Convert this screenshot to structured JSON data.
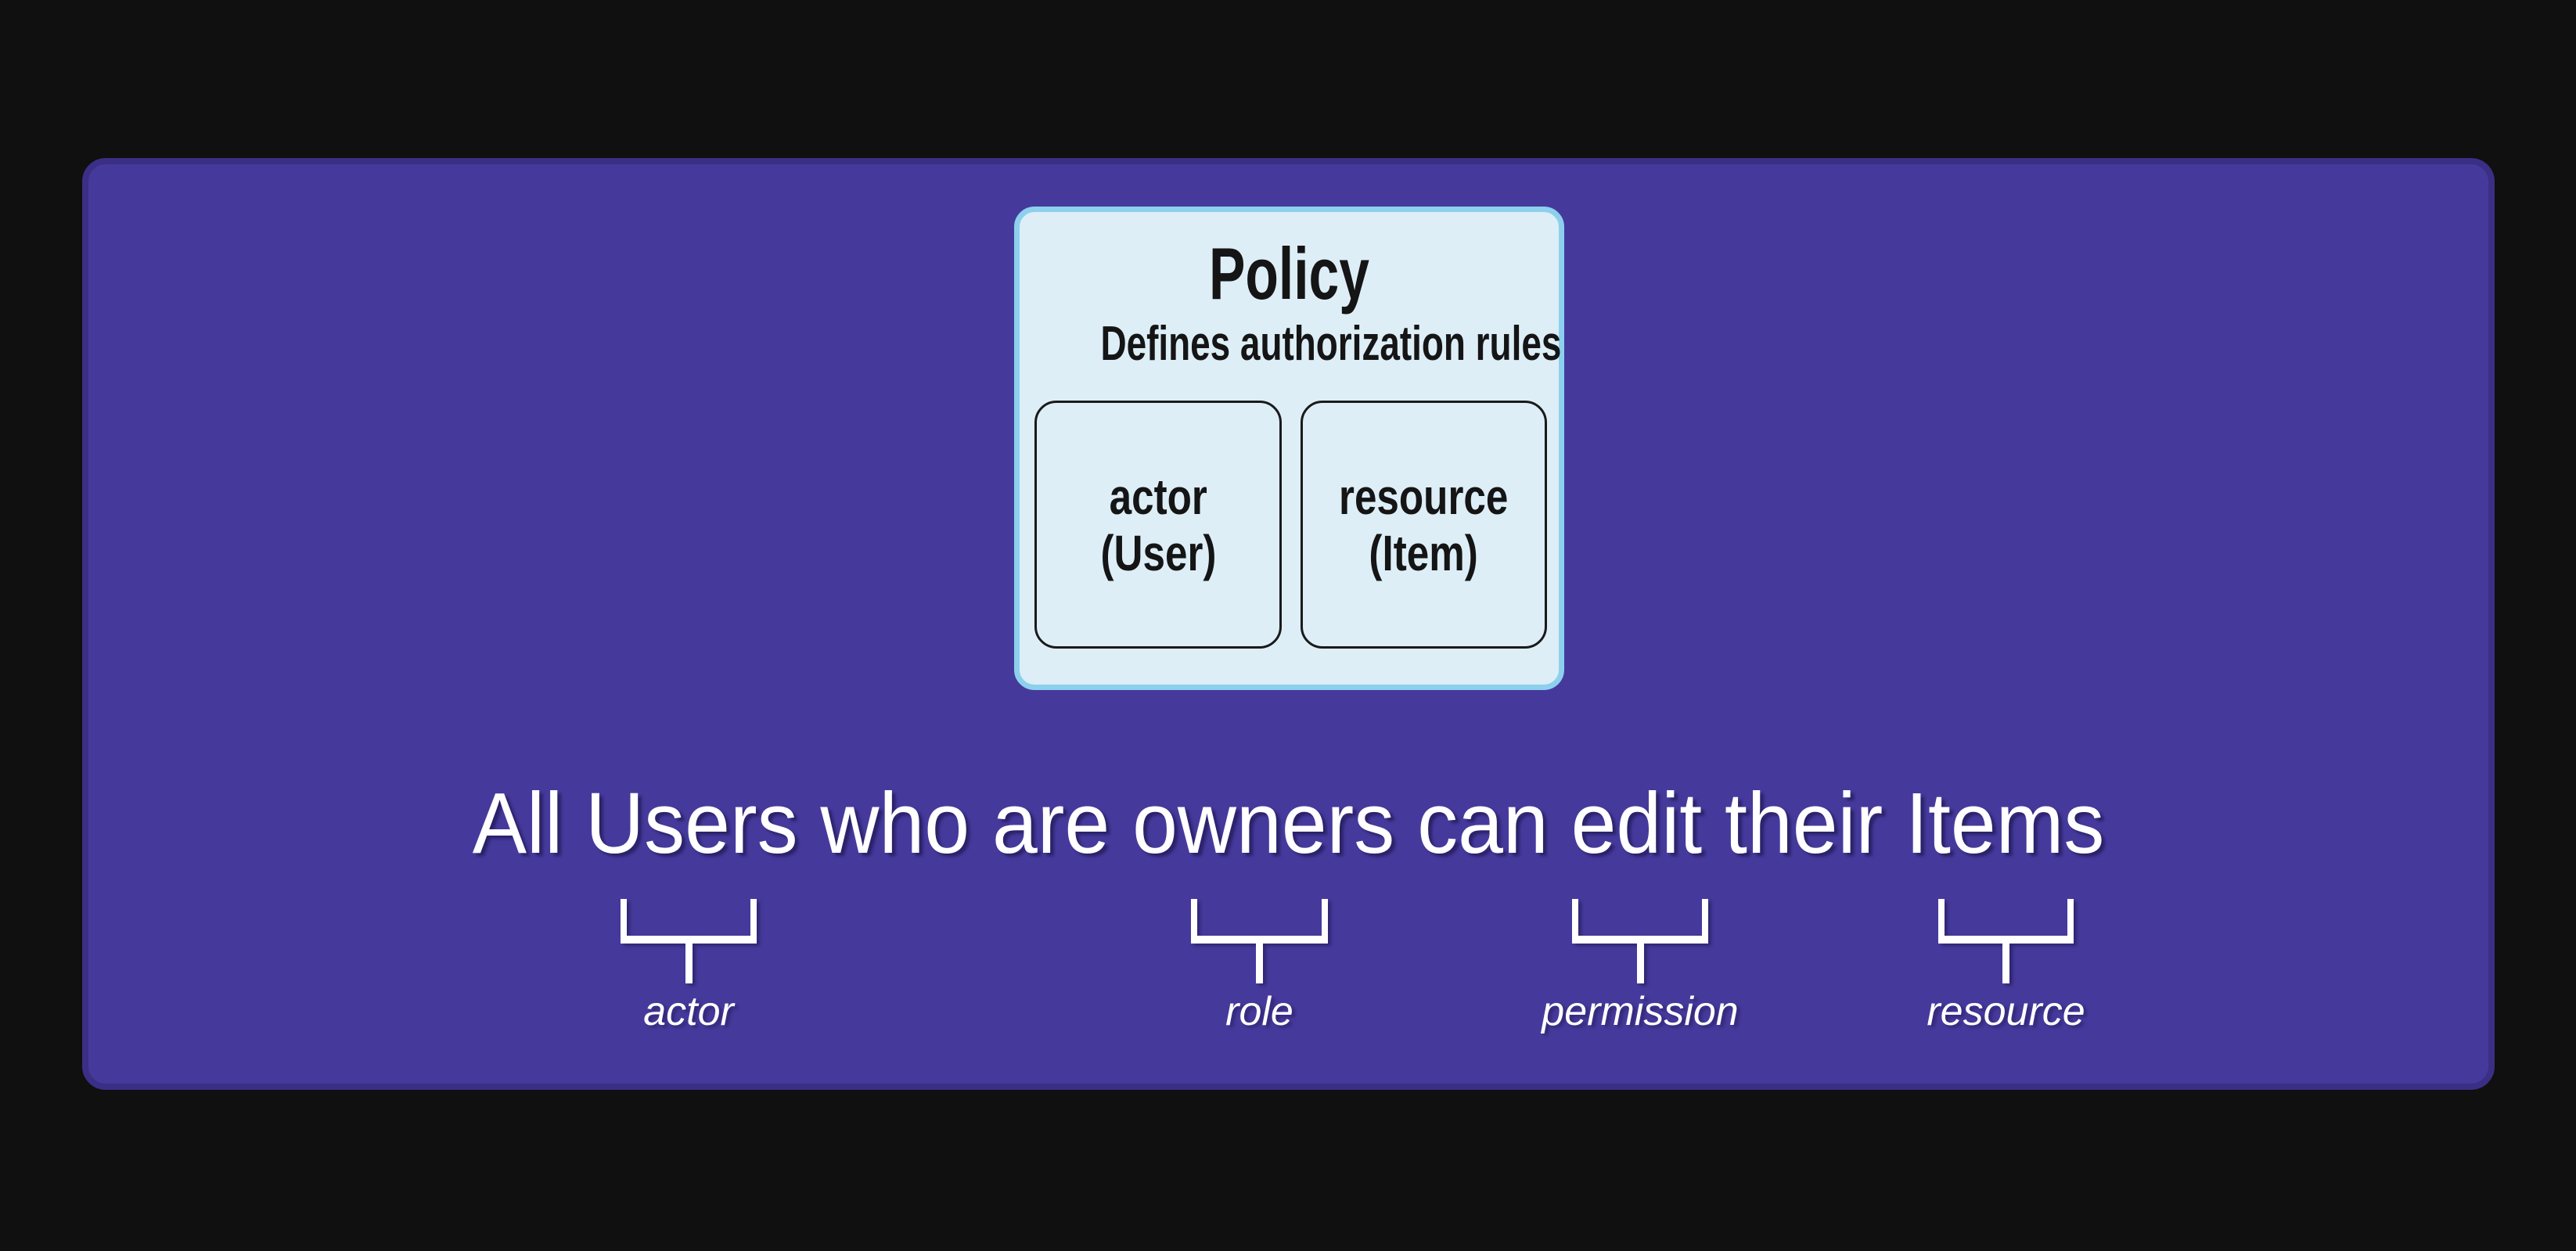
{
  "colors": {
    "background": "#0f100f",
    "panel_fill": "#453a9c",
    "panel_border": "#3b2f85",
    "card_fill": "#ddeef7",
    "card_border": "#8dd0ed",
    "box_border": "#1a1a1a",
    "text_dark": "#151515",
    "text_light": "#ffffff"
  },
  "policy_card": {
    "title": "Policy",
    "subtitle": "Defines authorization rules",
    "slots": [
      {
        "name": "actor",
        "instance": "(User)"
      },
      {
        "name": "resource",
        "instance": "(Item)"
      }
    ]
  },
  "example": {
    "sentence": "All Users who are owners can edit their Items",
    "annotations": [
      {
        "label": "actor"
      },
      {
        "label": "role"
      },
      {
        "label": "permission"
      },
      {
        "label": "resource"
      }
    ]
  }
}
